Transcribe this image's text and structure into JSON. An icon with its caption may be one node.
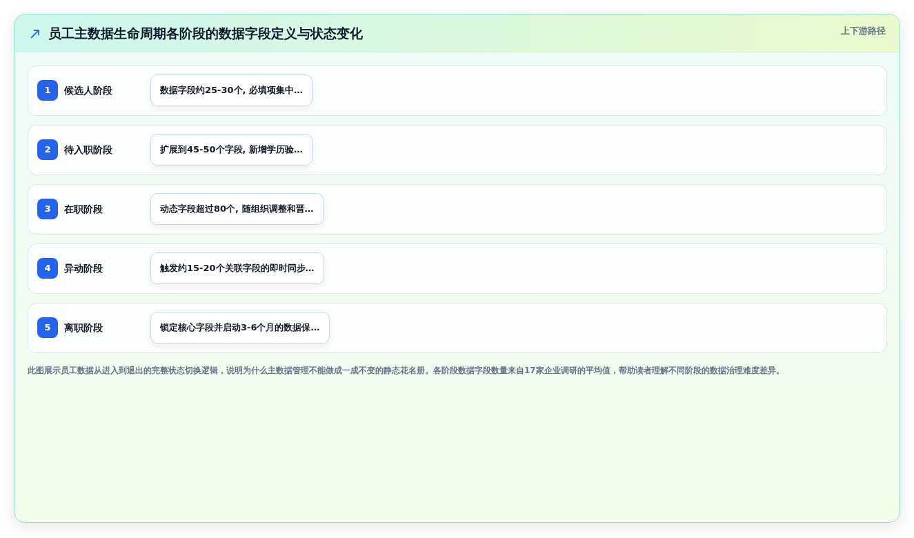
{
  "diagram": {
    "title": "员工主数据生命周期各阶段的数据字段定义与状态变化",
    "caption": "此图展示员工数据从进入到退出的完整状态切换逻辑，说明为什么主数据管理不能做成一成不变的静态花名册。各阶段数据字段数量来自17家企业调研的平均值，帮助读者理解不同阶段的数据治理难度差异。",
    "nodes": [
      {
        "text": [
          "候选人阶段"
        ]
      },
      {
        "text": [
          "1"
        ],
        "in": 0
      },
      {
        "text": [
          "数据字段约25-30个, 必填项集中…"
        ],
        "in": 0
      },
      {
        "text": [
          "待入职阶段"
        ]
      },
      {
        "text": [
          "2"
        ],
        "in": 3
      },
      {
        "text": [
          "扩展到45-50个字段, 新增学历验…"
        ],
        "in": 3
      },
      {
        "text": [
          "在职阶段"
        ]
      },
      {
        "text": [
          "3"
        ],
        "in": 6
      },
      {
        "text": [
          "动态字段超过80个, 随组织调整和晋…"
        ],
        "in": 6
      },
      {
        "text": [
          "异动阶段"
        ]
      },
      {
        "text": [
          "4"
        ],
        "in": 9
      },
      {
        "text": [
          "触发约15-20个关联字段的即时同步…"
        ],
        "in": 9
      },
      {
        "text": [
          "离职阶段"
        ]
      },
      {
        "text": [
          "5"
        ],
        "in": 12
      },
      {
        "text": [
          "锁定核心字段并启动3-6个月的数据保…"
        ],
        "in": 12
      }
    ],
    "labels": [
      "上下游路径"
    ]
  }
}
